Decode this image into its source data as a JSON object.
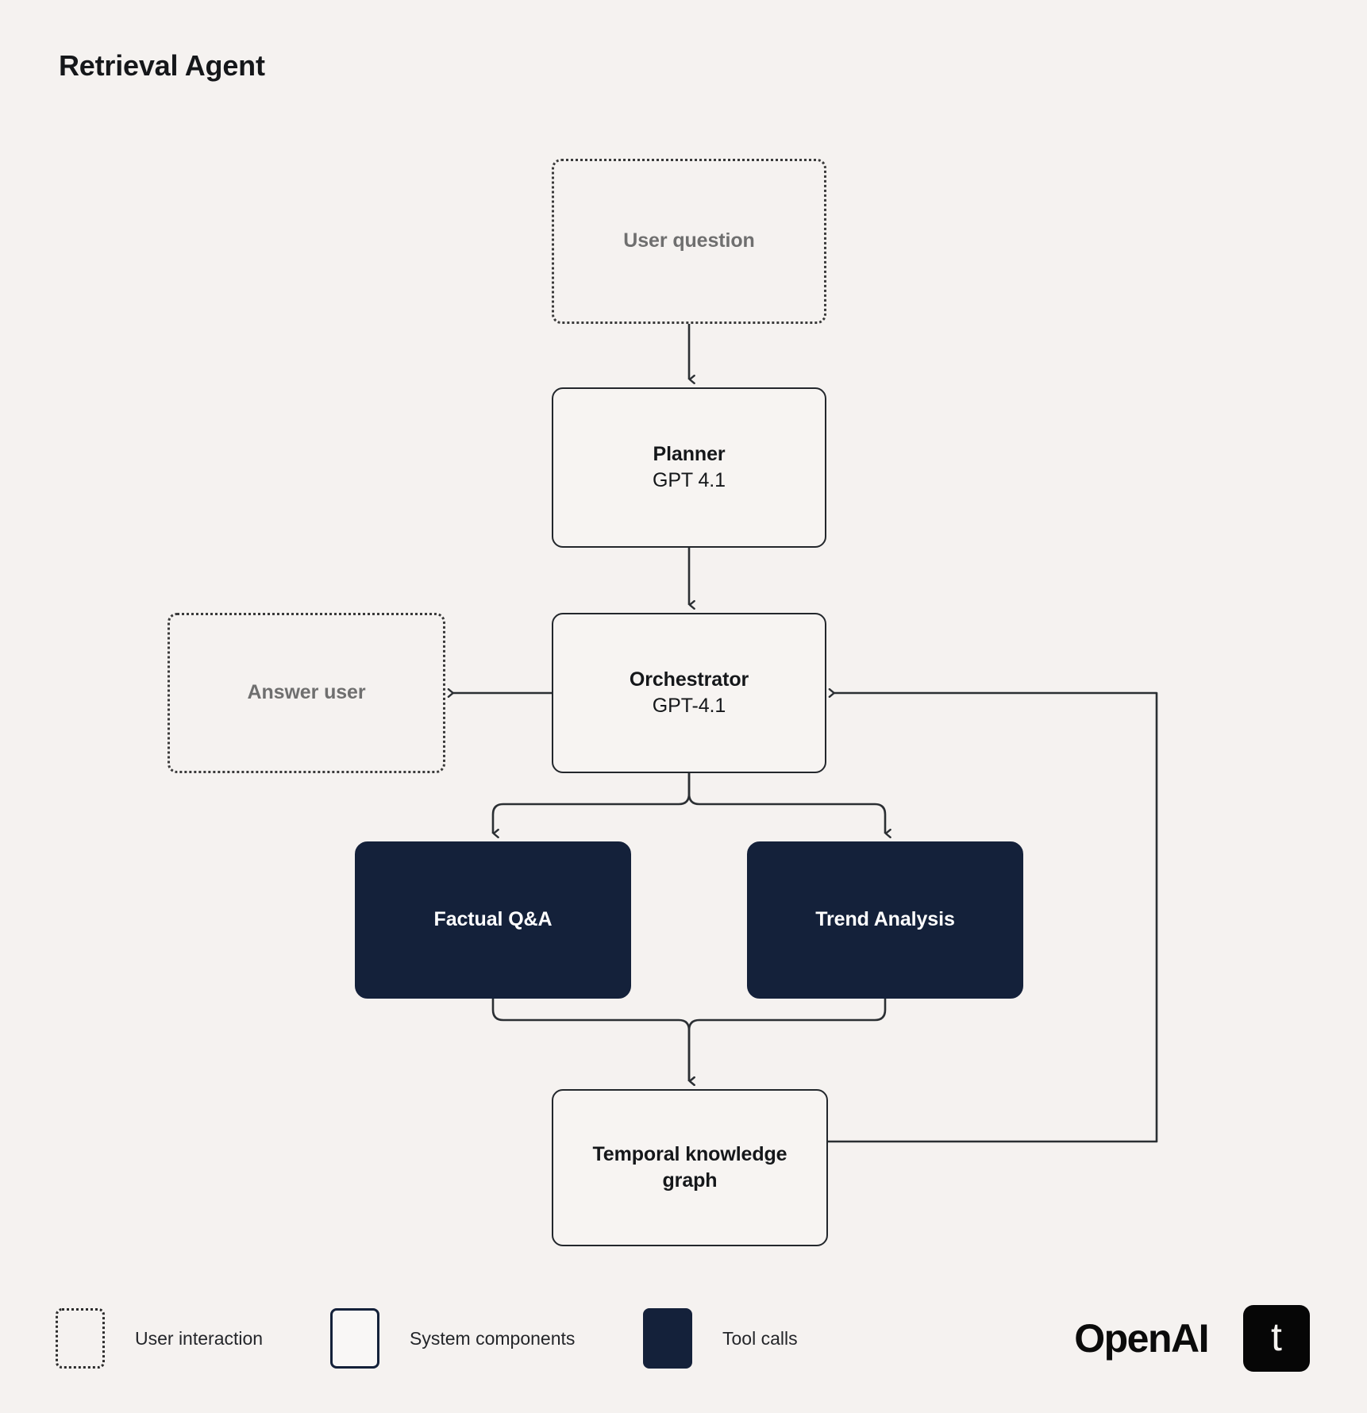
{
  "page": {
    "title": "Retrieval Agent",
    "background_color": "#f5f2f0"
  },
  "colors": {
    "tool_call_fill": "#14213a",
    "system_border": "#23272c",
    "user_interaction_text": "#6f6f6f",
    "connector": "#2b2f33",
    "logo_black": "#060606"
  },
  "diagram": {
    "nodes": {
      "user_question": {
        "label": "User question",
        "type": "user-interaction"
      },
      "planner": {
        "label": "Planner",
        "sublabel": "GPT 4.1",
        "type": "system-component"
      },
      "orchestrator": {
        "label": "Orchestrator",
        "sublabel": "GPT-4.1",
        "type": "system-component"
      },
      "answer_user": {
        "label": "Answer user",
        "type": "user-interaction"
      },
      "factual_qa": {
        "label": "Factual Q&A",
        "type": "tool-call"
      },
      "trend_analysis": {
        "label": "Trend Analysis",
        "type": "tool-call"
      },
      "temporal_knowledge_graph": {
        "label_line1": "Temporal knowledge",
        "label_line2": "graph",
        "type": "system-component"
      }
    },
    "edges": [
      {
        "from": "user_question",
        "to": "planner",
        "arrow": "down"
      },
      {
        "from": "planner",
        "to": "orchestrator",
        "arrow": "down"
      },
      {
        "from": "orchestrator",
        "to": "answer_user",
        "arrow": "left"
      },
      {
        "from": "orchestrator",
        "to": "factual_qa",
        "arrow": "down"
      },
      {
        "from": "orchestrator",
        "to": "trend_analysis",
        "arrow": "down"
      },
      {
        "from": "factual_qa",
        "to": "temporal_knowledge_graph",
        "arrow": "down"
      },
      {
        "from": "trend_analysis",
        "to": "temporal_knowledge_graph",
        "arrow": "down"
      },
      {
        "from": "temporal_knowledge_graph",
        "to": "orchestrator",
        "arrow": "left"
      }
    ]
  },
  "legend": {
    "items": [
      {
        "swatch": "dotted",
        "label": "User interaction"
      },
      {
        "swatch": "outline",
        "label": "System components"
      },
      {
        "swatch": "fill",
        "label": "Tool calls"
      }
    ]
  },
  "brand": {
    "openai_wordmark": "OpenAI",
    "partner_logo_glyph": "t"
  }
}
